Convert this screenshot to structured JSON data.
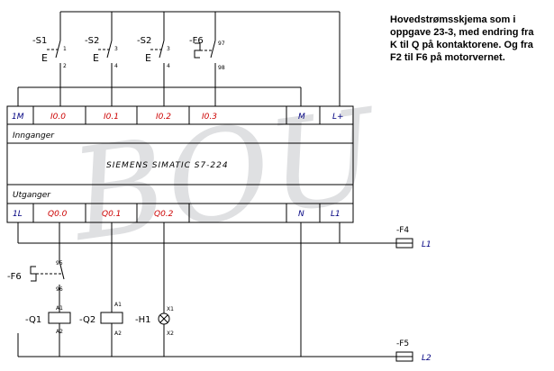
{
  "note": {
    "lines": [
      "Hovedstrømsskjema som i",
      "oppgave 23-3, med endring fra",
      "K til Q på kontaktorene. Og fra",
      "F2 til F6 på motorvernet."
    ]
  },
  "watermark": "BOU",
  "plc": {
    "model": "SIEMENS SIMATIC S7-224",
    "inputs_header": "Innganger",
    "outputs_header": "Utganger",
    "input_terminals": [
      {
        "label": "1M",
        "color": "blue"
      },
      {
        "label": "I0.0",
        "color": "red"
      },
      {
        "label": "I0.1",
        "color": "red"
      },
      {
        "label": "I0.2",
        "color": "red"
      },
      {
        "label": "I0.3",
        "color": "red"
      },
      {
        "label": "M",
        "color": "blue"
      },
      {
        "label": "L+",
        "color": "blue"
      }
    ],
    "output_terminals": [
      {
        "label": "1L",
        "color": "blue"
      },
      {
        "label": "Q0.0",
        "color": "red"
      },
      {
        "label": "Q0.1",
        "color": "red"
      },
      {
        "label": "Q0.2",
        "color": "red"
      },
      {
        "label": "N",
        "color": "blue"
      },
      {
        "label": "L1",
        "color": "blue"
      }
    ]
  },
  "input_devices": [
    {
      "tag": "-S1",
      "actuator": "E",
      "pins": [
        "1",
        "2"
      ]
    },
    {
      "tag": "-S2",
      "actuator": "E",
      "pins": [
        "3",
        "4"
      ]
    },
    {
      "tag": "-S2",
      "actuator": "E",
      "pins": [
        "3",
        "4"
      ]
    },
    {
      "tag": "-F6",
      "actuator": "",
      "pins": [
        "97",
        "98"
      ]
    }
  ],
  "output_devices": [
    {
      "tag": "-F6",
      "pins": [
        "95",
        "96"
      ]
    },
    {
      "tag": "-Q1",
      "pins": [
        "A1",
        "A2"
      ]
    },
    {
      "tag": "-Q2",
      "pins": [
        "A1",
        "A2"
      ]
    },
    {
      "tag": "-H1",
      "pins": [
        "X1",
        "X2"
      ]
    }
  ],
  "fuses": [
    {
      "tag": "-F4",
      "line": "L1"
    },
    {
      "tag": "-F5",
      "line": "L2"
    }
  ]
}
